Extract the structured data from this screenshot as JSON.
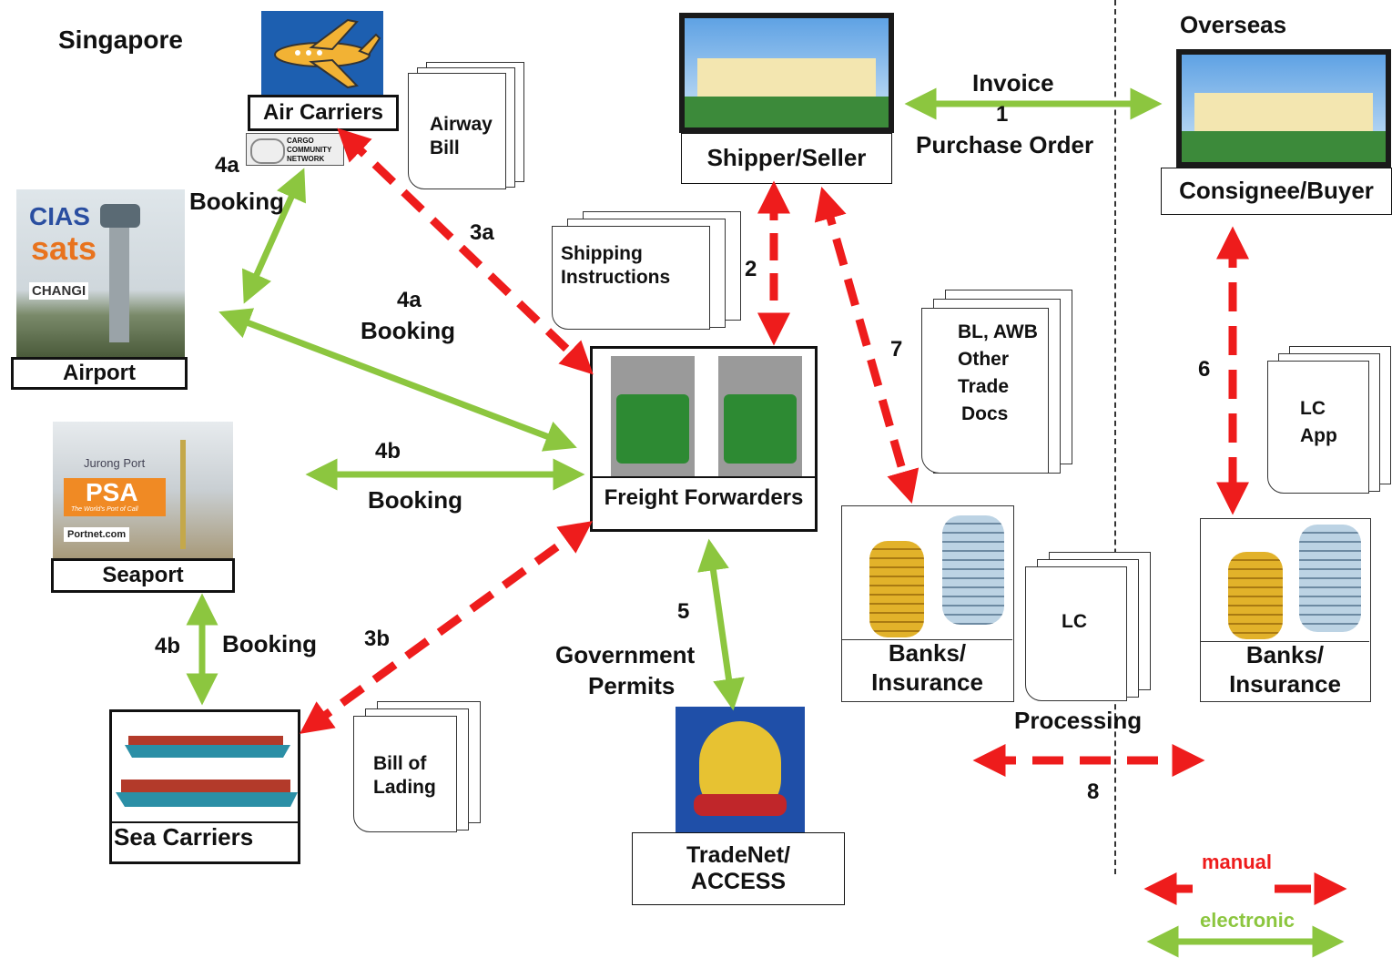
{
  "regions": {
    "local": "Singapore",
    "overseas": "Overseas"
  },
  "nodes": {
    "air_carriers": "Air Carriers",
    "cargo_network": "CARGO COMMUNITY NETWORK",
    "airport": "Airport",
    "airport_logos": [
      "CIAS",
      "sats",
      "CHANGI"
    ],
    "seaport": "Seaport",
    "seaport_logos": [
      "Jurong Port",
      "PSA",
      "The World's Port of Call",
      "Portnet.com"
    ],
    "sea_carriers": "Sea Carriers",
    "shipper": "Shipper/Seller",
    "consignee": "Consignee/Buyer",
    "freight": "Freight Forwarders",
    "tradenet": [
      "TradeNet/",
      "ACCESS"
    ],
    "banks_local": [
      "Banks/",
      "Insurance"
    ],
    "banks_overseas": [
      "Banks/",
      "Insurance"
    ]
  },
  "documents": {
    "airway_bill": [
      "Airway",
      "Bill"
    ],
    "shipping_instructions": [
      "Shipping",
      "Instructions"
    ],
    "bl_awb": [
      "BL, AWB",
      "Other",
      "Trade",
      "Docs"
    ],
    "lc_app": [
      "LC",
      "App"
    ],
    "lc": "LC",
    "bill_of_lading": [
      "Bill of",
      "Lading"
    ]
  },
  "flows": {
    "invoice": "Invoice",
    "f1": "1",
    "purchase_order": "Purchase Order",
    "f2": "2",
    "f3a": "3a",
    "f3b": "3b",
    "f4a_top": "4a",
    "booking_top": "Booking",
    "f4a_mid": "4a",
    "booking_mid": "Booking",
    "f4b_mid": "4b",
    "booking_4b": "Booking",
    "f4b_low": "4b",
    "booking_low": "Booking",
    "f5": "5",
    "gov_permits": [
      "Government",
      "Permits"
    ],
    "f6": "6",
    "f7": "7",
    "processing": "Processing",
    "f8": "8"
  },
  "legend": {
    "manual": "manual",
    "electronic": "electronic"
  },
  "colors": {
    "manual": "#ee1c1c",
    "electronic": "#8cc63f"
  }
}
